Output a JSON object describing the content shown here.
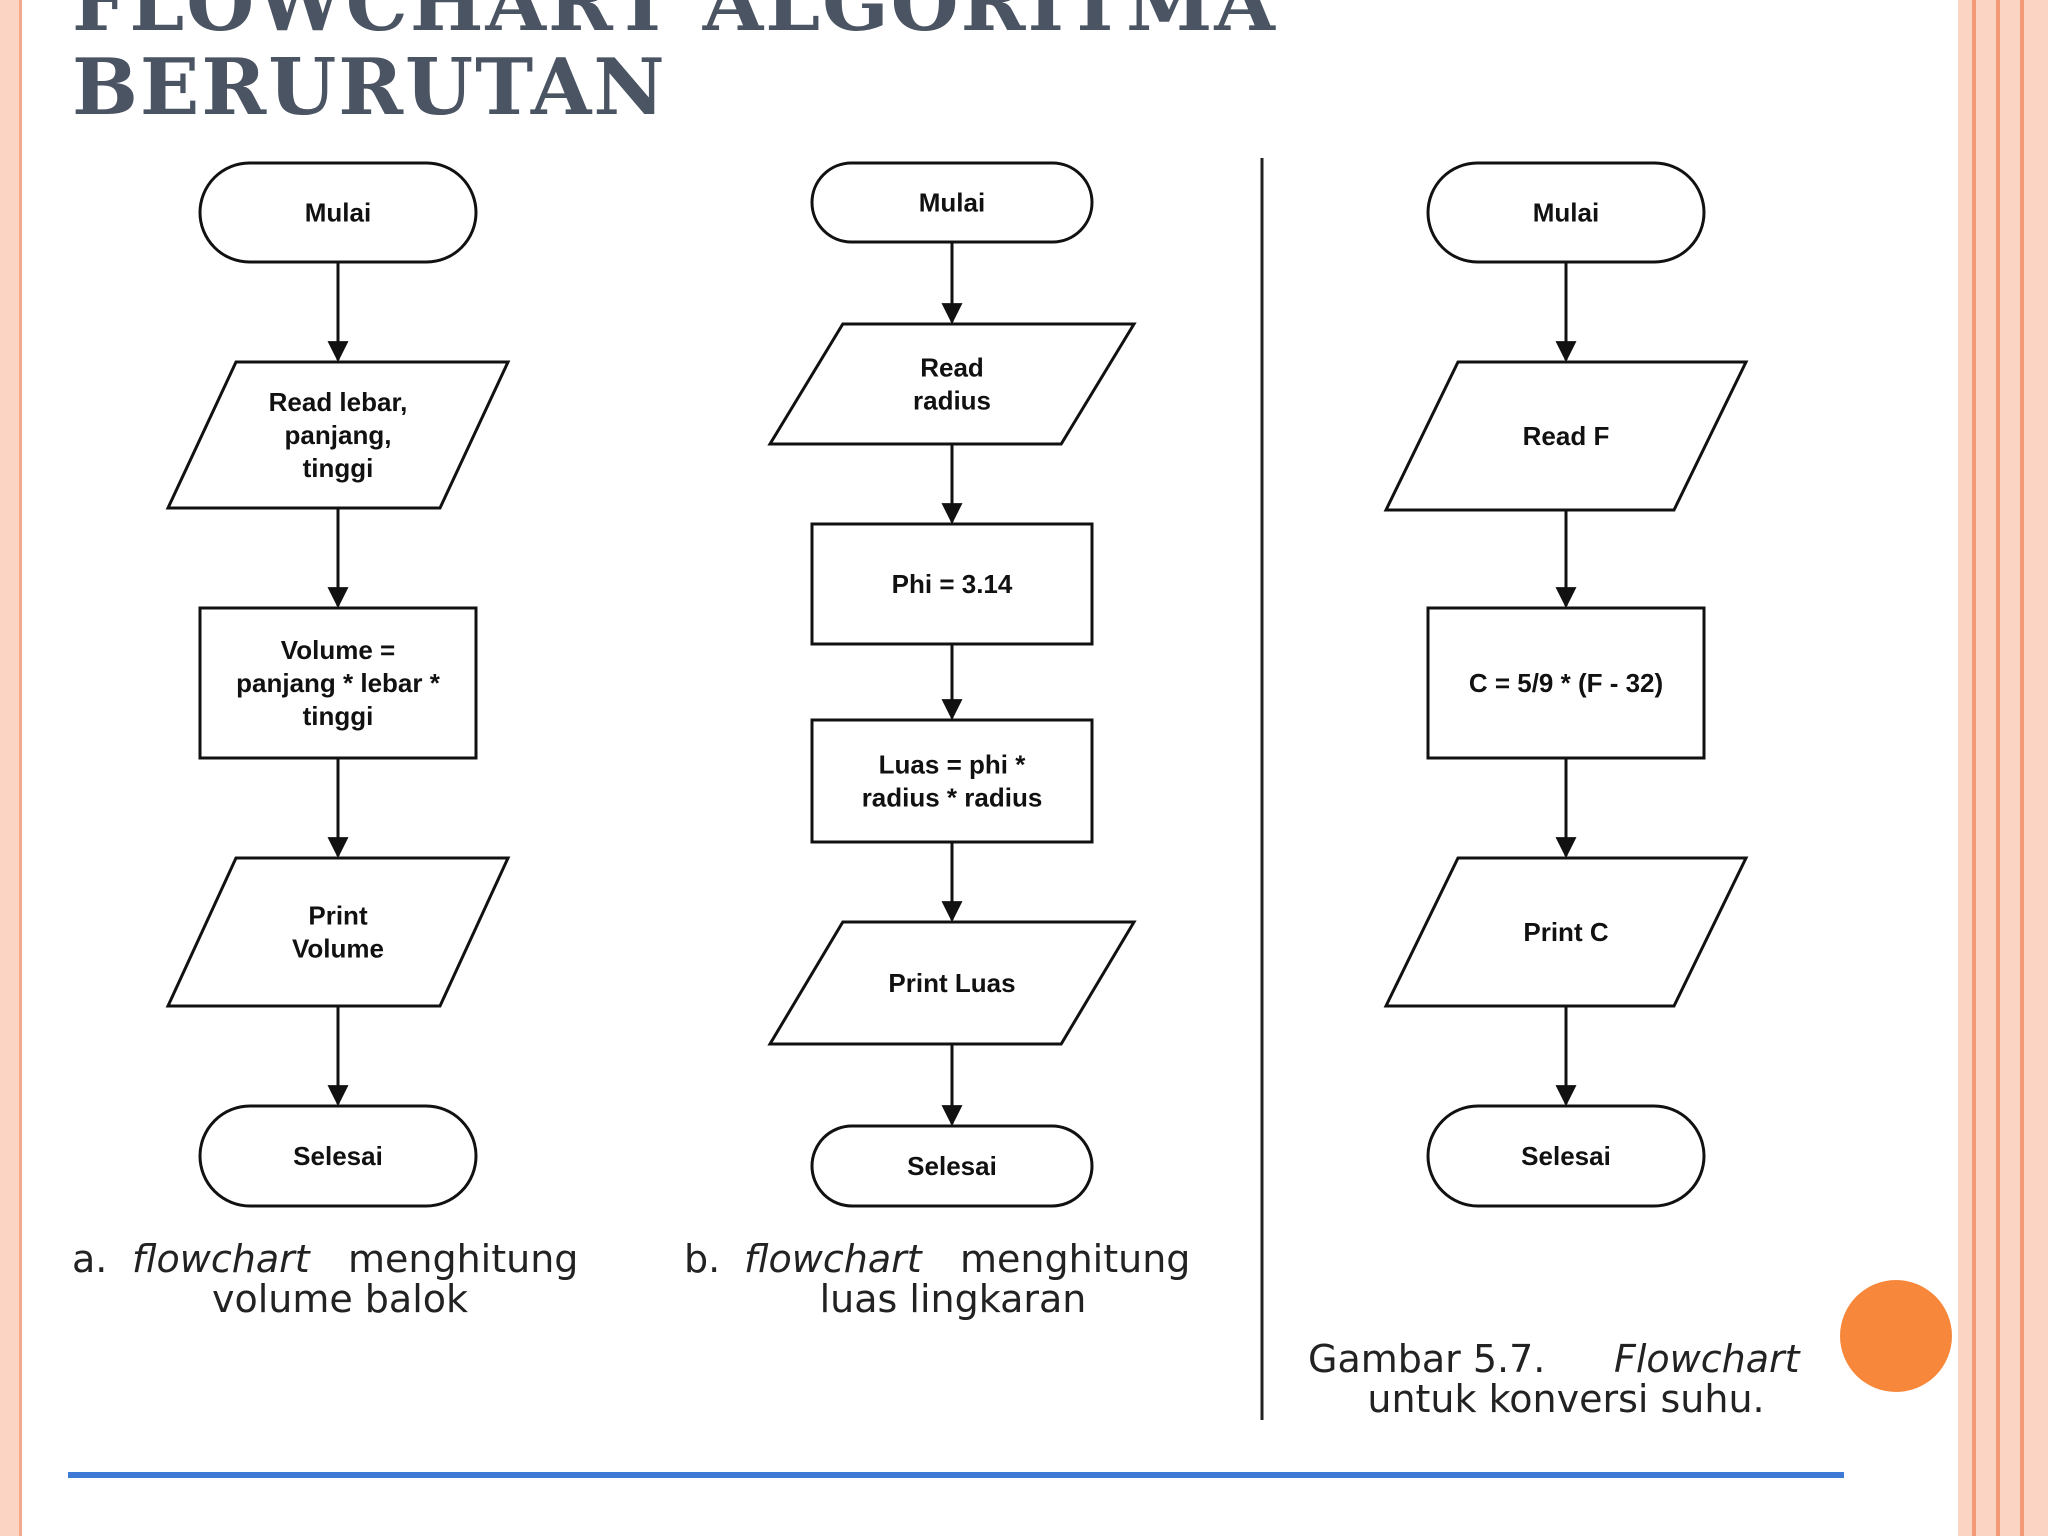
{
  "slide": {
    "title_line1": "FLOWCHART ALGORITMA",
    "title_line2": "BERURUTAN",
    "colors": {
      "title": "#4b5463",
      "accent_border": "#fbd4c4",
      "circle": "#f7883b",
      "rule": "#3f79d6"
    }
  },
  "flowcharts": [
    {
      "nodes": [
        {
          "shape": "terminator",
          "lines": [
            "Mulai"
          ]
        },
        {
          "shape": "parallelogram",
          "lines": [
            "Read lebar,",
            "panjang,",
            "tinggi"
          ]
        },
        {
          "shape": "process",
          "lines": [
            "Volume =",
            "panjang * lebar *",
            "tinggi"
          ]
        },
        {
          "shape": "parallelogram",
          "lines": [
            "Print",
            "Volume"
          ]
        },
        {
          "shape": "terminator",
          "lines": [
            "Selesai"
          ]
        }
      ],
      "caption_prefix": "a.",
      "caption_italic": "flowchart",
      "caption_rest": "menghitung",
      "caption_line2": "volume balok"
    },
    {
      "nodes": [
        {
          "shape": "terminator",
          "lines": [
            "Mulai"
          ]
        },
        {
          "shape": "parallelogram",
          "lines": [
            "Read",
            "radius"
          ]
        },
        {
          "shape": "process",
          "lines": [
            "Phi = 3.14"
          ]
        },
        {
          "shape": "process",
          "lines": [
            "Luas = phi *",
            "radius * radius"
          ]
        },
        {
          "shape": "parallelogram",
          "lines": [
            "Print Luas"
          ]
        },
        {
          "shape": "terminator",
          "lines": [
            "Selesai"
          ]
        }
      ],
      "caption_prefix": "b.",
      "caption_italic": "flowchart",
      "caption_rest": "menghitung",
      "caption_line2": "luas lingkaran"
    },
    {
      "nodes": [
        {
          "shape": "terminator",
          "lines": [
            "Mulai"
          ]
        },
        {
          "shape": "parallelogram",
          "lines": [
            "Read F"
          ]
        },
        {
          "shape": "process",
          "lines": [
            "C = 5/9 * (F - 32)"
          ]
        },
        {
          "shape": "parallelogram",
          "lines": [
            "Print C"
          ]
        },
        {
          "shape": "terminator",
          "lines": [
            "Selesai"
          ]
        }
      ],
      "caption_prefix": "Gambar 5.7.",
      "caption_italic": "Flowchart",
      "caption_rest": "",
      "caption_line2": "untuk konversi suhu."
    }
  ]
}
